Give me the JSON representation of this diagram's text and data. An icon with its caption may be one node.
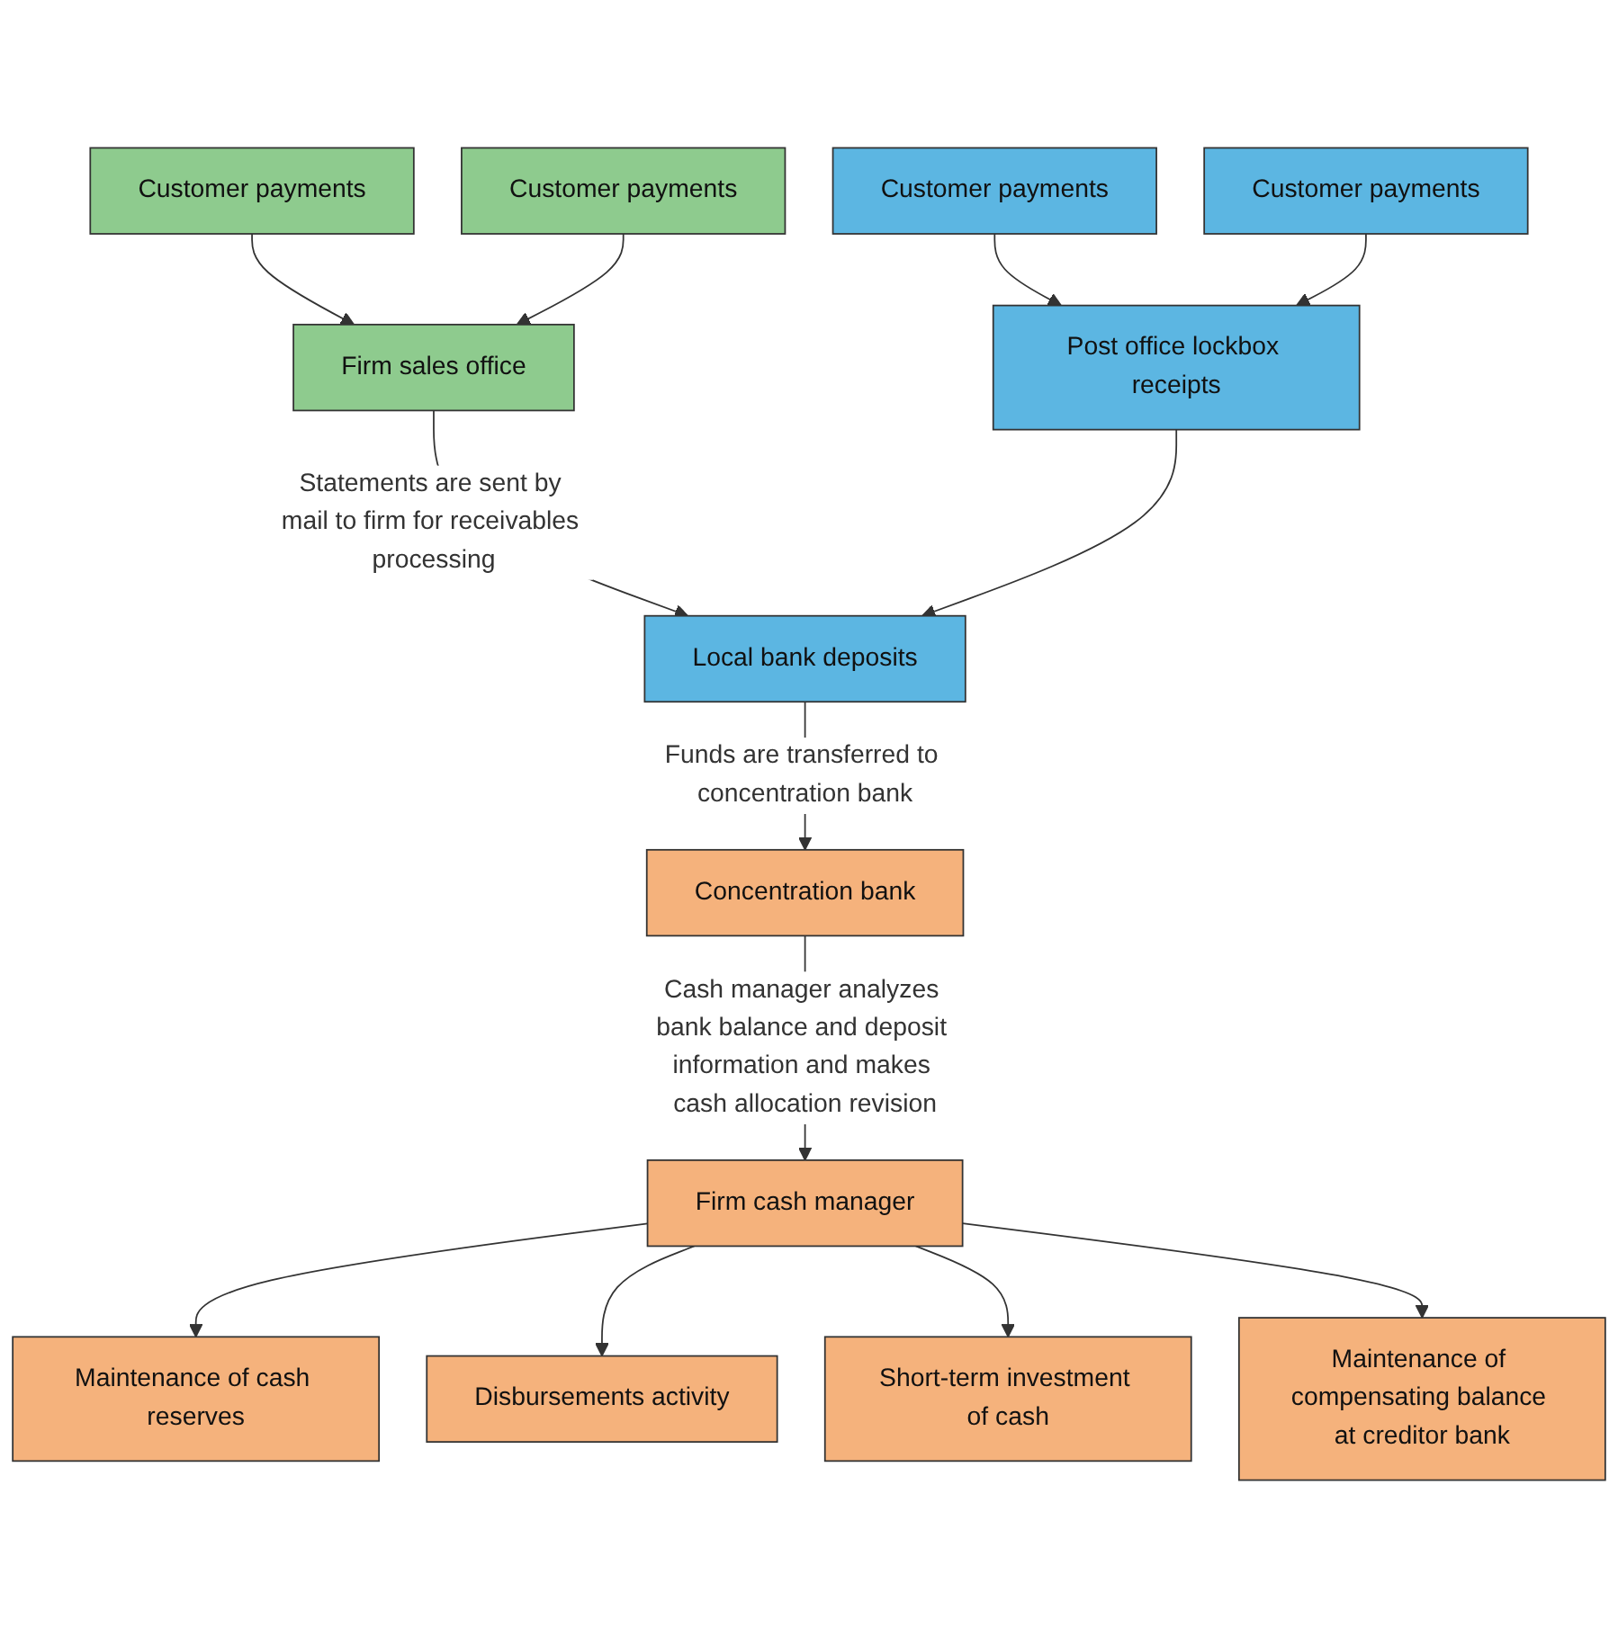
{
  "diagram": {
    "nodes": [
      {
        "text": [
          "Customer payments"
        ]
      },
      {
        "text": [
          "Customer payments"
        ]
      },
      {
        "text": [
          "Firm sales office"
        ]
      },
      {
        "text": [
          "Local bank deposits"
        ]
      },
      {
        "text": [
          "Post office lockbox receipts"
        ]
      },
      {
        "text": [
          "Customer payments"
        ]
      },
      {
        "text": [
          "Customer payments"
        ]
      },
      {
        "text": [
          "Concentration bank"
        ]
      },
      {
        "text": [
          "Firm cash manager"
        ]
      },
      {
        "text": [
          "Maintenance of cash reserves"
        ]
      },
      {
        "text": [
          "Disbursements activity"
        ]
      },
      {
        "text": [
          "Short-term investment of cash"
        ]
      },
      {
        "text": [
          "Maintenance of compensating balance at creditor bank"
        ]
      }
    ],
    "edges": [
      {
        "from": 0,
        "to": 2,
        "arrow": "to"
      },
      {
        "from": 1,
        "to": 2,
        "arrow": "to"
      },
      {
        "from": 2,
        "to": 3,
        "arrow": "to",
        "label": "Statements are sent by mail to firm for receivables processing"
      },
      {
        "from": 4,
        "to": 3,
        "arrow": "to"
      },
      {
        "from": 5,
        "to": 4,
        "arrow": "to"
      },
      {
        "from": 6,
        "to": 4,
        "arrow": "to"
      },
      {
        "from": 3,
        "to": 7,
        "arrow": "to",
        "label": "Funds are transferred to concentration bank"
      },
      {
        "from": 7,
        "to": 8,
        "arrow": "to",
        "label": "Cash manager analyzes bank balance and deposit information and makes cash allocation revision"
      },
      {
        "from": 8,
        "to": 9,
        "arrow": "to"
      },
      {
        "from": 8,
        "to": 10,
        "arrow": "to"
      },
      {
        "from": 8,
        "to": 11,
        "arrow": "to"
      },
      {
        "from": 8,
        "to": 12,
        "arrow": "to"
      }
    ]
  }
}
